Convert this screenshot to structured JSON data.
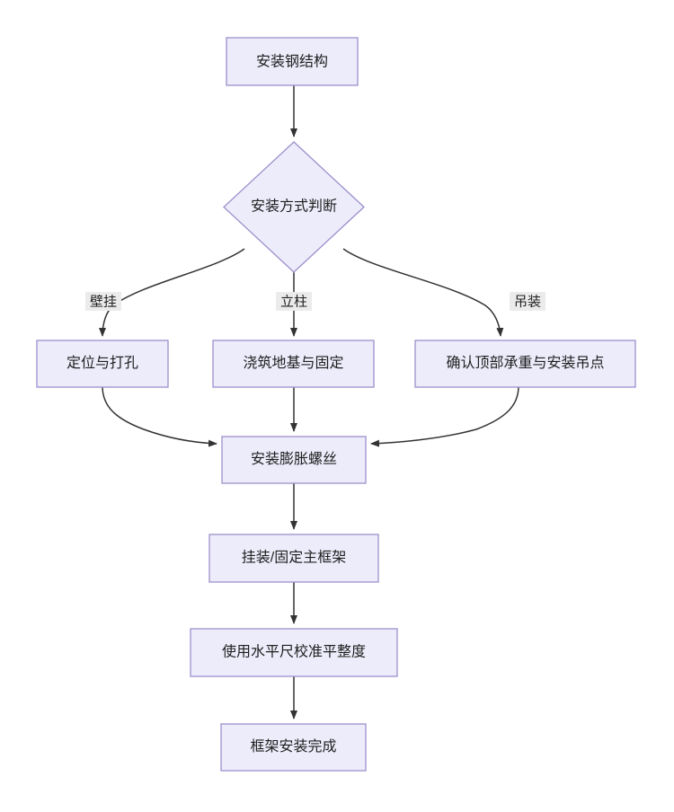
{
  "diagram": {
    "type": "flowchart",
    "direction": "top-to-bottom",
    "style": {
      "node_fill": "#ECECFB",
      "node_border": "#9E8FCB",
      "edge_color": "#333333",
      "edge_label_bg": "#EBEBEB",
      "text_color": "#1F1F1F",
      "background": "#FFFFFF"
    },
    "nodes": {
      "start": {
        "label": "安装钢结构",
        "shape": "rectangle"
      },
      "decision": {
        "label": "安装方式判断",
        "shape": "diamond"
      },
      "branch_wall": {
        "label": "定位与打孔",
        "shape": "rectangle"
      },
      "branch_column": {
        "label": "浇筑地基与固定",
        "shape": "rectangle"
      },
      "branch_hoist": {
        "label": "确认顶部承重与安装吊点",
        "shape": "rectangle"
      },
      "merge": {
        "label": "安装膨胀螺丝",
        "shape": "rectangle"
      },
      "mount": {
        "label": "挂装/固定主框架",
        "shape": "rectangle"
      },
      "level": {
        "label": "使用水平尺校准平整度",
        "shape": "rectangle"
      },
      "done": {
        "label": "框架安装完成",
        "shape": "rectangle"
      }
    },
    "edge_labels": {
      "wall": "壁挂",
      "column": "立柱",
      "hoist": "吊装"
    }
  }
}
